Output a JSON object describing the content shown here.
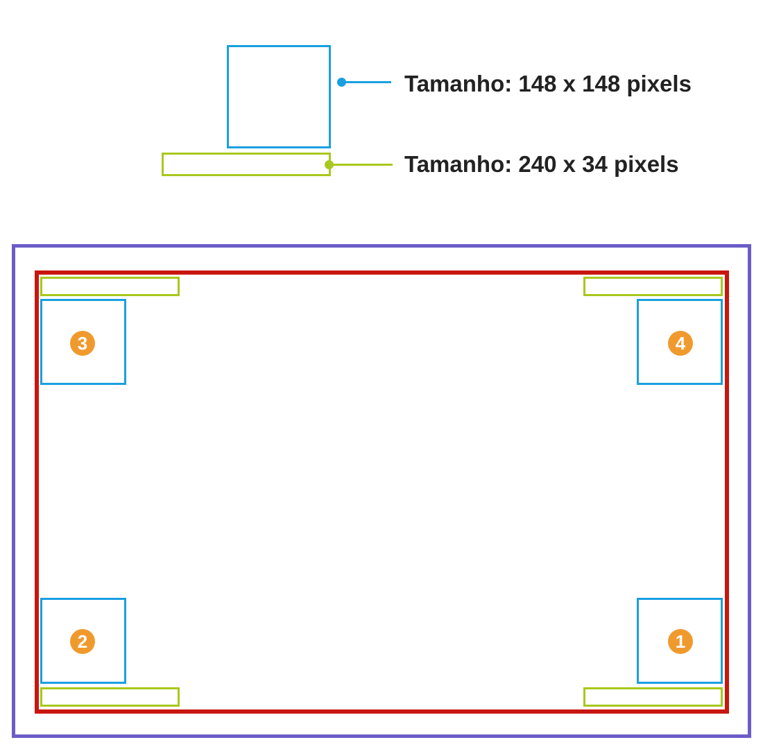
{
  "legend": {
    "square_label": "Tamanho: 148 x 148 pixels",
    "bar_label": "Tamanho: 240 x 34 pixels"
  },
  "positions": [
    {
      "number": "1",
      "corner": "bottom-right"
    },
    {
      "number": "2",
      "corner": "bottom-left"
    },
    {
      "number": "3",
      "corner": "top-left"
    },
    {
      "number": "4",
      "corner": "top-right"
    }
  ],
  "colors": {
    "square": "#1a9fe0",
    "bar": "#a8c81d",
    "outer_frame": "#6b5cc8",
    "inner_frame": "#c8160f",
    "badge": "#f09a2e"
  }
}
